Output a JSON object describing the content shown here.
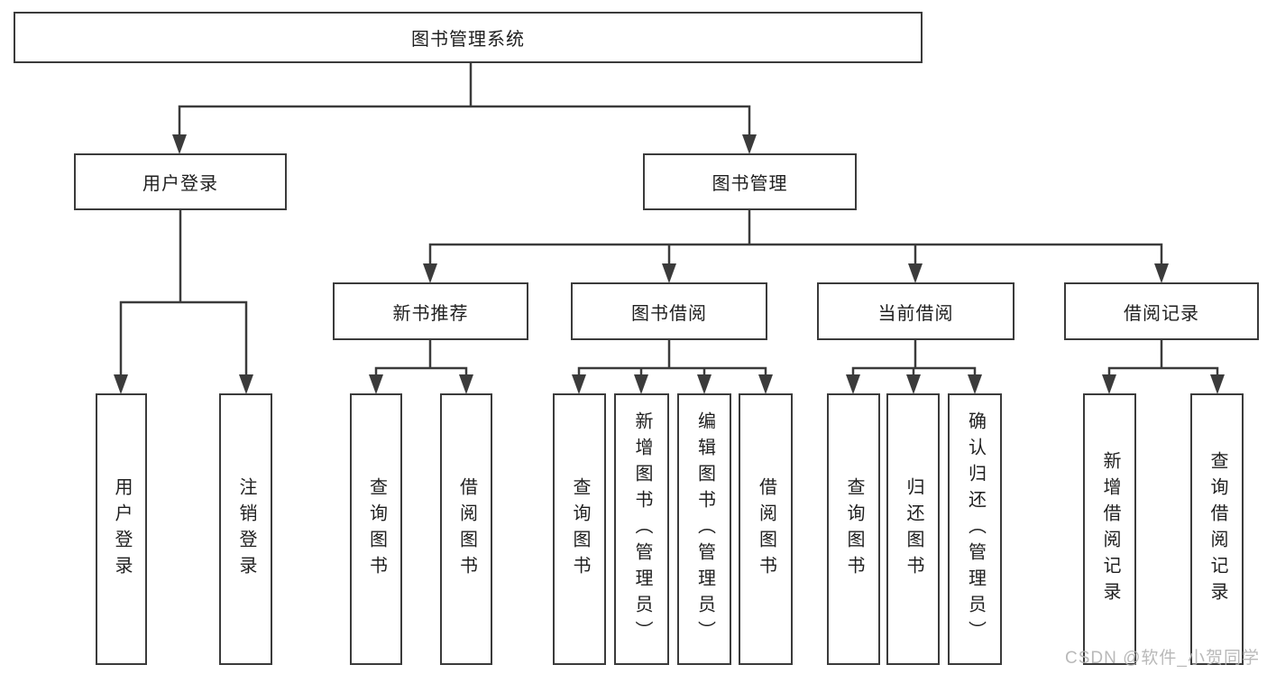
{
  "colors": {
    "line": "#3b3b3b",
    "box_border": "#3b3b3b",
    "box_background": "#ffffff",
    "text": "#1f1f1f",
    "background": "#ffffff",
    "watermark": "#b2b2b2"
  },
  "watermark": {
    "text": "CSDN @软件_小贺同学"
  },
  "tree": {
    "root": {
      "label": "图书管理系统"
    },
    "branches": [
      {
        "label": "用户登录",
        "children": [
          {
            "label": "用户登录"
          },
          {
            "label": "注销登录"
          }
        ]
      },
      {
        "label": "图书管理",
        "children": [
          {
            "label": "新书推荐",
            "children": [
              {
                "label": "查询图书"
              },
              {
                "label": "借阅图书"
              }
            ]
          },
          {
            "label": "图书借阅",
            "children": [
              {
                "label": "查询图书"
              },
              {
                "label": "新增图书（管理员）"
              },
              {
                "label": "编辑图书（管理员）"
              },
              {
                "label": "借阅图书"
              }
            ]
          },
          {
            "label": "当前借阅",
            "children": [
              {
                "label": "查询图书"
              },
              {
                "label": "归还图书"
              },
              {
                "label": "确认归还（管理员）"
              }
            ]
          },
          {
            "label": "借阅记录",
            "children": [
              {
                "label": "新增借阅记录"
              },
              {
                "label": "查询借阅记录"
              }
            ]
          }
        ]
      }
    ]
  }
}
